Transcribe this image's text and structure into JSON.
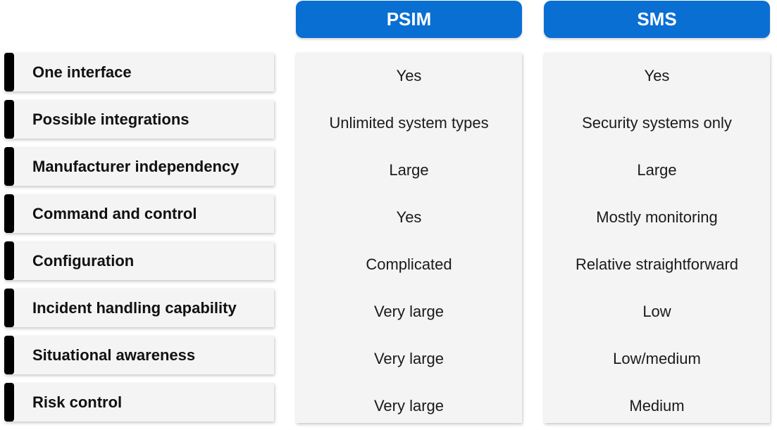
{
  "columns": [
    {
      "label": "PSIM"
    },
    {
      "label": "SMS"
    }
  ],
  "rows": [
    {
      "label": "One interface",
      "psim": "Yes",
      "sms": "Yes"
    },
    {
      "label": "Possible integrations",
      "psim": "Unlimited system types",
      "sms": "Security systems only"
    },
    {
      "label": "Manufacturer independency",
      "psim": "Large",
      "sms": "Large"
    },
    {
      "label": "Command and control",
      "psim": "Yes",
      "sms": "Mostly monitoring"
    },
    {
      "label": "Configuration",
      "psim": "Complicated",
      "sms": "Relative straightforward"
    },
    {
      "label": "Incident handling capability",
      "psim": "Very large",
      "sms": "Low"
    },
    {
      "label": "Situational awareness",
      "psim": "Very large",
      "sms": "Low/medium"
    },
    {
      "label": "Risk control",
      "psim": "Very large",
      "sms": "Medium"
    }
  ],
  "colors": {
    "header_bg": "#0a6fd3",
    "panel_bg": "#f4f4f4",
    "row_bar": "#000000"
  }
}
